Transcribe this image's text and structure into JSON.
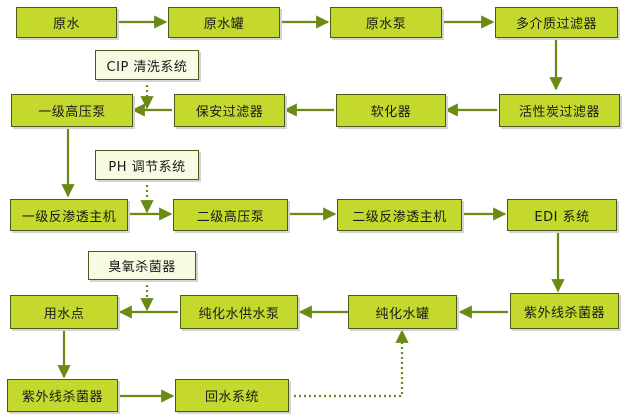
{
  "colors": {
    "node_fill": "#c5d82d",
    "aux_fill": "#f7fbe2",
    "border": "#4a5a18",
    "arrow": "#6a8a14"
  },
  "nodes": {
    "yuanshui": "原水",
    "yuanshui_guan": "原水罐",
    "yuanshui_beng": "原水泵",
    "duojiezhi": "多介质过滤器",
    "huoxingtan": "活性炭过滤器",
    "ruanhua": "软化器",
    "baoan": "保安过滤器",
    "yiji_gaoya": "一级高压泵",
    "cip": "CIP 清洗系统",
    "ph": "PH 调节系统",
    "yiji_fanshentou": "一级反渗透主机",
    "erji_gaoya": "二级高压泵",
    "erji_fanshentou": "二级反渗透主机",
    "edi": "EDI 系统",
    "ziwai_1": "紫外线杀菌器",
    "chunhua_guan": "纯化水罐",
    "chunhua_gongshui": "纯化水供水泵",
    "yongshuidian": "用水点",
    "chouyang": "臭氧杀菌器",
    "ziwai_2": "紫外线杀菌器",
    "huishui": "回水系统"
  }
}
